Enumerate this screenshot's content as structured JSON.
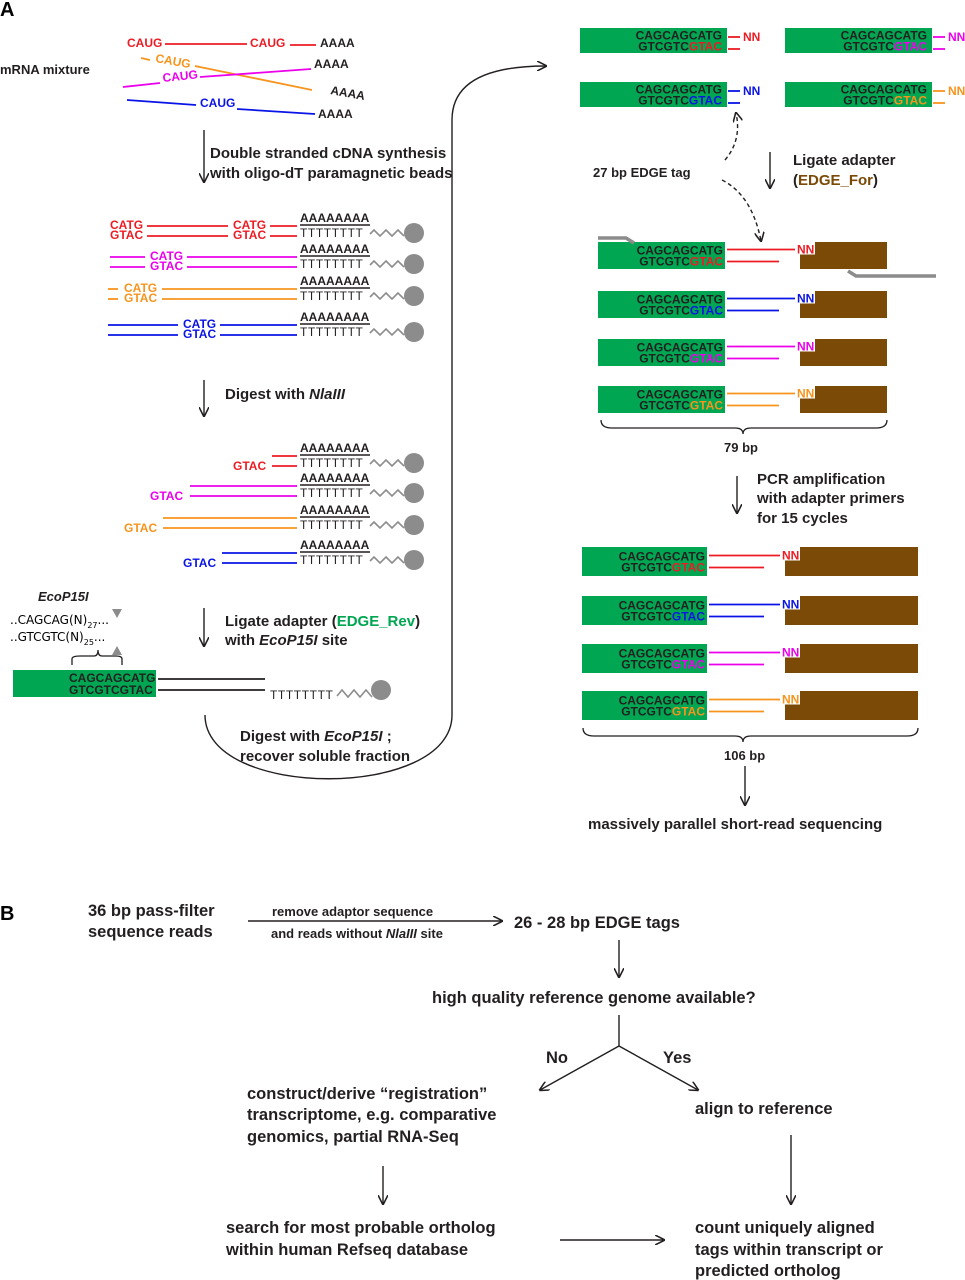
{
  "colors": {
    "red": "#ed1c24",
    "magenta": "#ec00ec",
    "orange": "#f7941d",
    "blue": "#0a14e6",
    "green": "#00a651",
    "brown": "#7a4a06",
    "gray": "#8c8c8c"
  },
  "panelA": {
    "label": "A",
    "mrna_label": "mRNA mixture",
    "codon_rna": "CAUG",
    "polyA_short": "AAAA",
    "step1": [
      "Double stranded cDNA synthesis",
      "with oligo-dT paramagnetic beads"
    ],
    "catg": "CATG",
    "gtac": "GTAC",
    "polyA": "AAAAAAAA",
    "polyT": "TTTTTTTT",
    "step2_prefix": "Digest with ",
    "step2_enzyme": "NlaIII",
    "enzyme_title": "EcoP15I",
    "site_top": "..CAGCAG(N)",
    "site_top_sub": "27",
    "site_bottom": "..GTCGTC(N)",
    "site_bottom_sub": "25",
    "site_dots": "...",
    "step3_a": "Ligate adapter (",
    "step3_adapter": "EDGE_Rev",
    "step3_b": ")",
    "step3_c": "with ",
    "step3_enzyme": "EcoP15I",
    "step3_d": " site",
    "adapter_top": "CAGCAGCATG",
    "adapter_bottom_a": "GTCGTC",
    "adapter_bottom_b": "GTAC",
    "step4_a": "Digest with ",
    "step4_enzyme": "EcoP15I",
    "step4_b": " ;",
    "step4_c": "recover soluble fraction",
    "nn": "NN",
    "tag_label": "27 bp EDGE tag",
    "step5_a": "Ligate adapter",
    "step5_open": "(",
    "step5_adapter": "EDGE_For",
    "step5_close": ")",
    "len1": "79 bp",
    "step6": [
      "PCR amplification",
      "with adapter primers",
      "for 15 cycles"
    ],
    "len2": "106 bp",
    "step7": "massively parallel short-read sequencing"
  },
  "panelB": {
    "label": "B",
    "reads": [
      "36 bp pass-filter",
      "sequence reads"
    ],
    "filter_a": "remove adaptor sequence",
    "filter_b1": "and reads without ",
    "filter_b_enzyme": "NlaIII",
    "filter_b2": " site",
    "tags": "26 - 28 bp EDGE tags",
    "question": "high quality reference genome available?",
    "no": "No",
    "yes": "Yes",
    "no_branch": [
      "construct/derive “registration”",
      "transcriptome, e.g. comparative",
      "genomics, partial RNA-Seq"
    ],
    "yes_branch": "align to reference",
    "search": [
      "search for most probable ortholog",
      "within human Refseq database"
    ],
    "count": [
      "count uniquely aligned",
      "tags within transcript or",
      "predicted ortholog"
    ]
  }
}
